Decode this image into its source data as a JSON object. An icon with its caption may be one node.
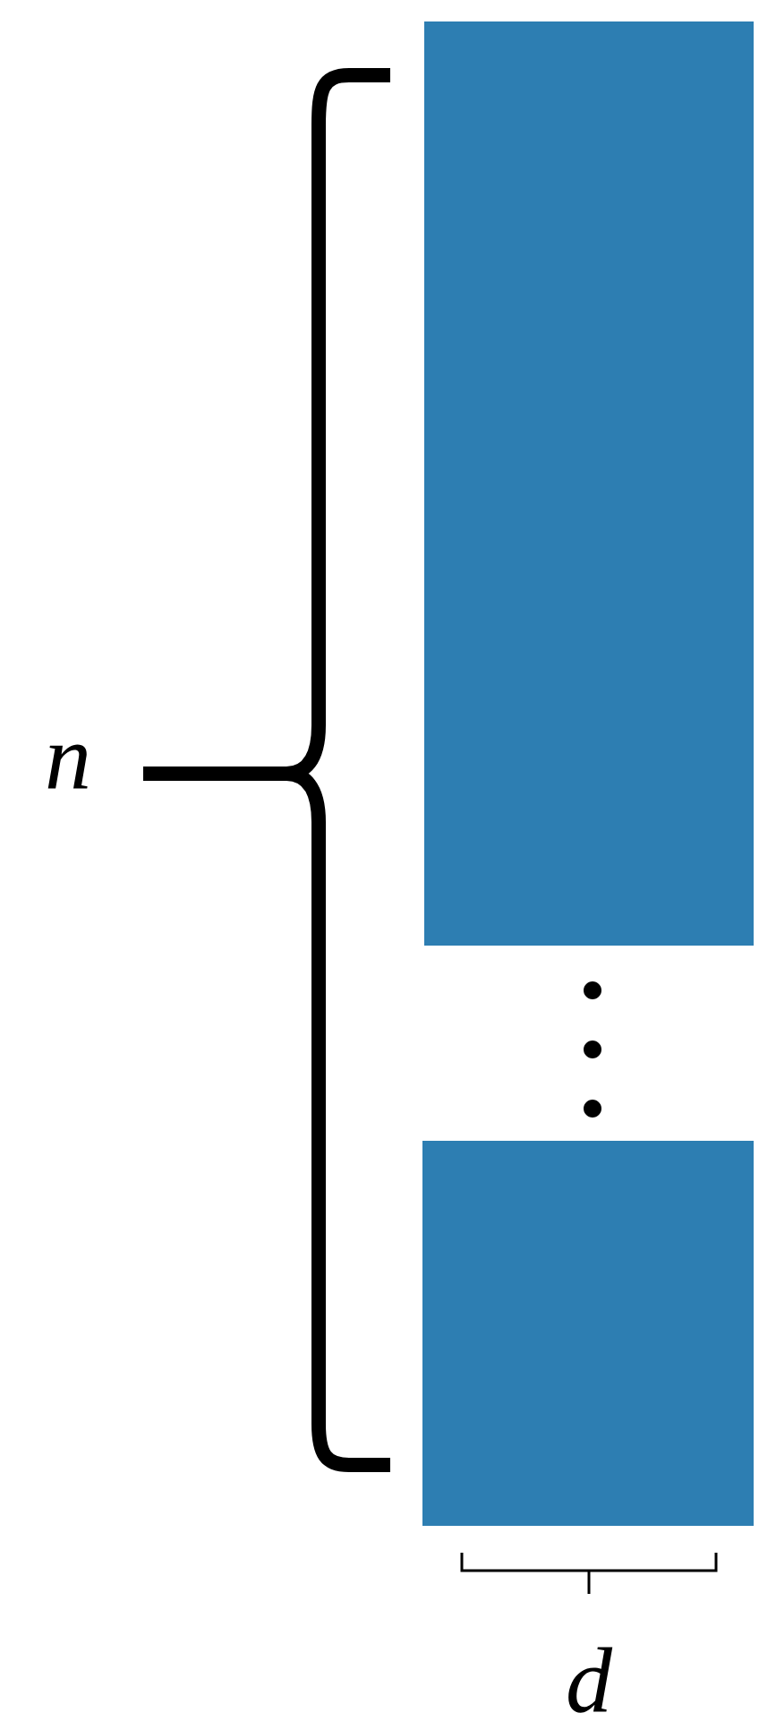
{
  "diagram": {
    "nodes": [
      {
        "text": [],
        "shape": "box"
      },
      {
        "text": [],
        "shape": "box"
      }
    ],
    "labels": [
      "n",
      "d"
    ]
  }
}
